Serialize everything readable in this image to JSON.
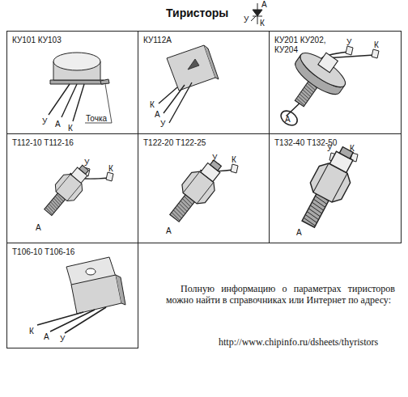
{
  "diagram": {
    "title": "Тиристоры",
    "caption": "Полную информацию о параметрах тиристоров можно найти в справочниках или Интернет по адресу:",
    "nodes": [
      {
        "text": [
          "КУ101 КУ103"
        ]
      },
      {
        "text": [
          "КУ112А"
        ]
      },
      {
        "text": [
          "КУ201 КУ202, КУ204"
        ]
      },
      {
        "text": [
          "Т112-10 Т112-16"
        ]
      },
      {
        "text": [
          "Т122-20 Т122-25"
        ]
      },
      {
        "text": [
          "Т132-40 Т132-50"
        ]
      },
      {
        "text": [
          "Т106-10 Т106-16"
        ]
      }
    ],
    "labels": [
      "А",
      "У",
      "К",
      "У",
      "А",
      "К",
      "Точка",
      "К",
      "А",
      "У",
      "У",
      "К",
      "А",
      "У",
      "К",
      "А",
      "У",
      "К",
      "А",
      "У",
      "К",
      "А",
      "К",
      "А",
      "У",
      "http://www.chipinfo.ru/dsheets/thyristors"
    ]
  }
}
